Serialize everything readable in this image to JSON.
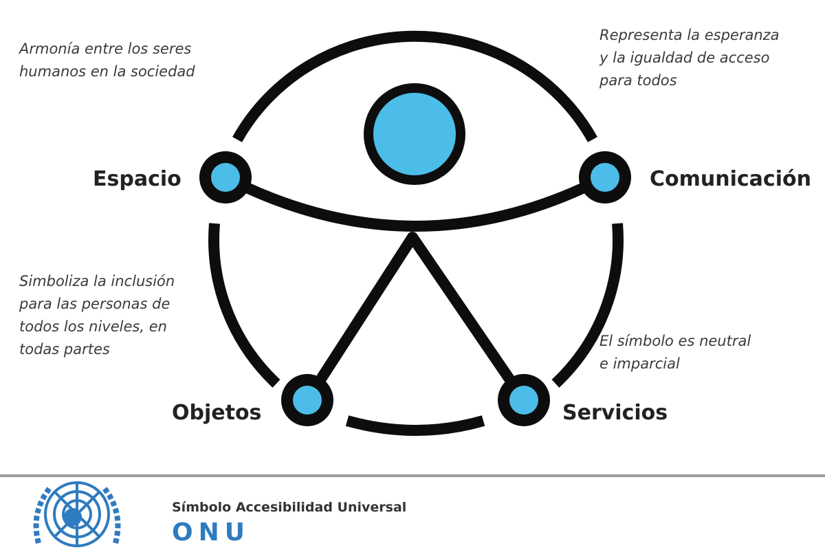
{
  "notes": {
    "top_left": "Armonía entre los seres\nhumanos en la sociedad",
    "top_right": "Representa la esperanza\ny la igualdad de acceso\npara todos",
    "middle_left": "Simboliza la inclusión\npara las personas de\ntodos los niveles, en\ntodas partes",
    "middle_right": "El símbolo es neutral\ne imparcial"
  },
  "labels": {
    "left_hand": "Espacio",
    "right_hand": "Comunicación",
    "left_foot": "Objetos",
    "right_foot": "Servicios"
  },
  "footer": {
    "title": "Símbolo Accesibilidad Universal",
    "org": "ONU",
    "logo": "UN emblem"
  },
  "colors": {
    "accent": "#4bbde8",
    "stroke": "#0d0d0d",
    "un_blue": "#2e7bbf"
  }
}
